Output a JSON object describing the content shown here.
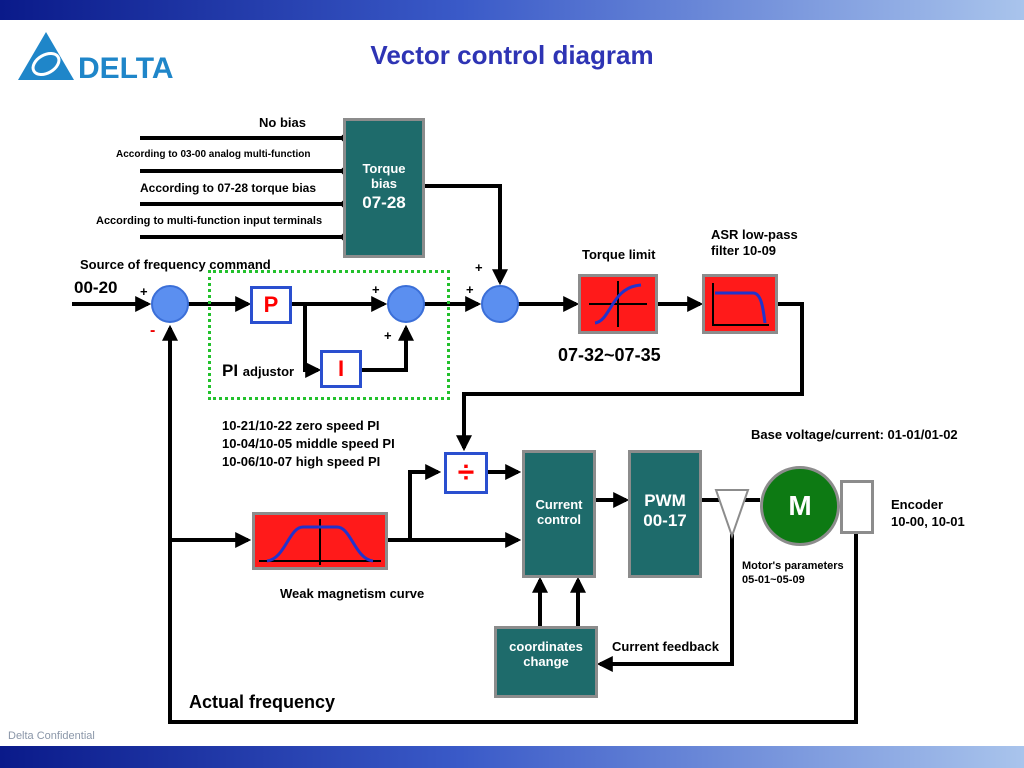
{
  "title": "Vector control diagram",
  "logo": {
    "brand": "DELTA"
  },
  "footer": "Delta Confidential",
  "torque_bias": {
    "inputs": [
      "No bias",
      "According to 03-00 analog multi-function",
      "According to 07-28 torque bias",
      "According to multi-function input terminals"
    ],
    "line1": "Torque",
    "line2": "bias",
    "param": "07-28"
  },
  "source": {
    "label": "Source of frequency command",
    "param": "00-20"
  },
  "signs": {
    "plus": "+",
    "minus": "-"
  },
  "pi": {
    "p_label": "P",
    "i_label": "I",
    "adjustor_main": "PI",
    "adjustor_sub": "adjustor"
  },
  "pi_params": [
    "10-21/10-22 zero speed PI",
    "10-04/10-05 middle speed PI",
    "10-06/10-07 high speed PI"
  ],
  "torque_limit": {
    "label": "Torque limit",
    "param": "07-32~07-35"
  },
  "asr": {
    "line1": "ASR low-pass",
    "line2": "filter 10-09"
  },
  "divider": {
    "symbol": "÷"
  },
  "base_voltage": "Base voltage/current: 01-01/01-02",
  "current_control": {
    "line1": "Current",
    "line2": "control"
  },
  "pwm": {
    "line1": "PWM",
    "line2": "00-17"
  },
  "motor": {
    "label": "M"
  },
  "encoder": {
    "line1": "Encoder",
    "line2": "10-00, 10-01"
  },
  "motor_params": {
    "line1": "Motor's parameters",
    "line2": "05-01~05-09"
  },
  "weak_magnetism": "Weak magnetism curve",
  "coordinates": {
    "line1": "coordinates",
    "line2": "change"
  },
  "current_feedback": "Current feedback",
  "actual_frequency": "Actual  frequency",
  "colors": {
    "title": "#2e34b4",
    "teal": "#1e6b6b",
    "red_block": "#ff1a1a",
    "summer": "#5b8ff0",
    "pi_frame": "#22c12c",
    "motor": "#0d7a13"
  }
}
